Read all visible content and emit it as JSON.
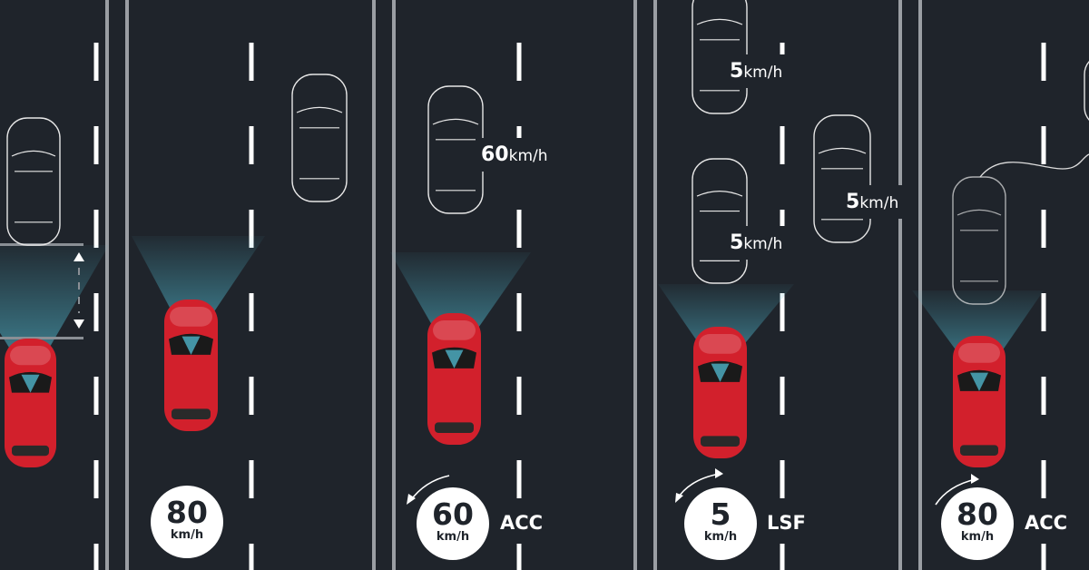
{
  "colors": {
    "road": "#1f242b",
    "car": "#d2202c",
    "sensor": "#4fb3c8",
    "divider": "#9a9ea3",
    "lane_dash": "#ffffff"
  },
  "labels": [
    {
      "value": "60",
      "unit": "km/h"
    },
    {
      "value": "5",
      "unit": "km/h"
    },
    {
      "value": "5",
      "unit": "km/h"
    },
    {
      "value": "5",
      "unit": "km/h"
    }
  ],
  "badges": [
    {
      "value": "80",
      "unit": "km/h",
      "mode": ""
    },
    {
      "value": "60",
      "unit": "km/h",
      "mode": "ACC"
    },
    {
      "value": "5",
      "unit": "km/h",
      "mode": "LSF"
    },
    {
      "value": "80",
      "unit": "km/h",
      "mode": "ACC"
    }
  ]
}
